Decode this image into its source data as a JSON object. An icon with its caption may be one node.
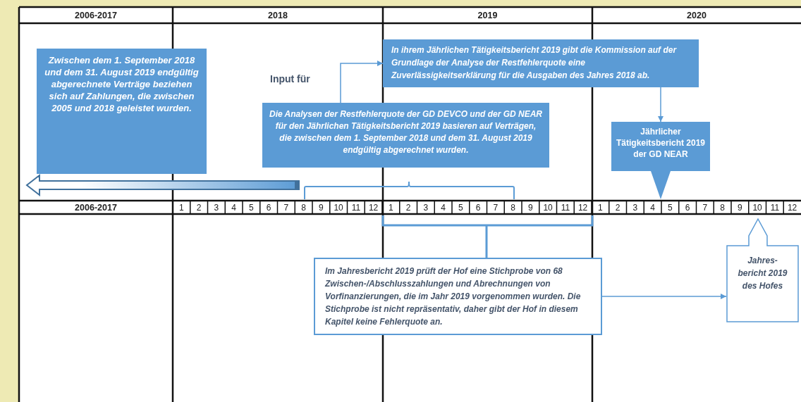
{
  "diagram": {
    "nodes": [
      {
        "text": [
          "Zwischen dem 1. September 2018 und dem 31. August 2019 endgültig abgerechnete Verträge beziehen sich auf Zahlungen, die zwischen 2005 und 2018 geleistet wurden."
        ]
      },
      {
        "text": [
          "Die Analysen der Restfehlerquote der GD DEVCO und der GD NEAR für den Jährlichen Tätigkeitsbericht 2019 basieren auf Verträgen, die zwischen dem 1. September 2018 und dem 31. August 2019 endgültig abgerechnet wurden."
        ]
      },
      {
        "text": [
          "In ihrem Jährlichen Tätigkeitsbericht 2019 gibt die Kommission auf der Grundlage der Analyse der Restfehlerquote eine Zuverlässigkeitserklärung für die Ausgaben des Jahres 2018 ab."
        ]
      },
      {
        "text": [
          "Jährlicher Tätigkeitsbericht 2019 der GD NEAR"
        ]
      },
      {
        "text": [
          "Im Jahresbericht 2019 prüft der Hof eine Stichprobe von 68 Zwischen-/Abschlusszahlungen und Abrechnungen von Vorfinanzierungen, die im Jahr 2019 vorgenommen wurden. Die Stichprobe ist nicht repräsentativ, daher gibt der Hof in diesem Kapitel keine Fehlerquote an."
        ]
      },
      {
        "text": [
          "Jahres-bericht 2019 des Hofes"
        ]
      }
    ],
    "edges": [
      {
        "from": 1,
        "to": 2,
        "arrow": "to",
        "label": "Input für"
      },
      {
        "from": 2,
        "to": 3,
        "arrow": "to"
      },
      {
        "from": 4,
        "to": 5,
        "arrow": "to"
      }
    ],
    "labels": [
      "2006-2017",
      "2018",
      "2019",
      "2020",
      "2006-2017",
      "1",
      "2",
      "3",
      "4",
      "5",
      "6",
      "7",
      "8",
      "9",
      "10",
      "11",
      "12",
      "1",
      "2",
      "3",
      "4",
      "5",
      "6",
      "7",
      "8",
      "9",
      "10",
      "11",
      "12",
      "1",
      "2",
      "3",
      "4",
      "5",
      "6",
      "7",
      "8",
      "9",
      "10",
      "11",
      "12"
    ]
  }
}
